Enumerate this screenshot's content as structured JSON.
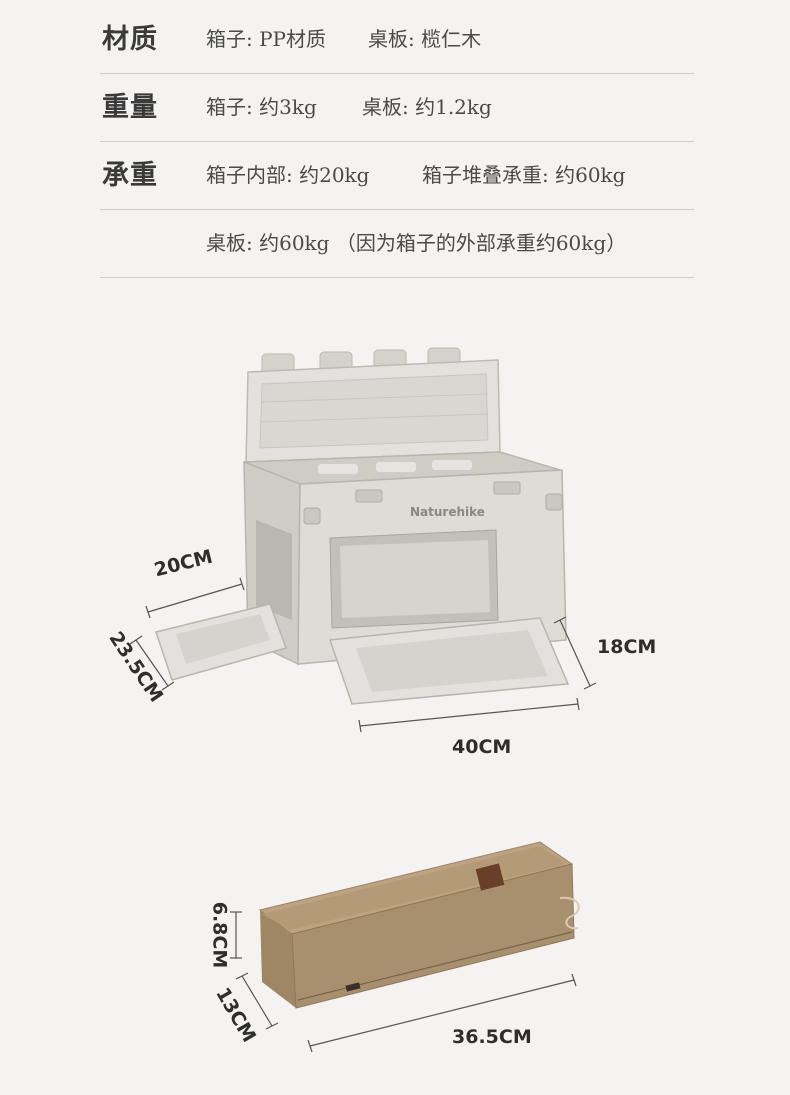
{
  "specs": [
    {
      "label": "材质",
      "v1": "箱子: PP材质",
      "v2": "桌板: 榄仁木"
    },
    {
      "label": "重量",
      "v1": "箱子: 约3kg",
      "v2": "桌板: 约1.2kg"
    },
    {
      "label": "承重",
      "v1": "箱子内部: 约20kg",
      "v2": "箱子堆叠承重: 约60kg"
    },
    {
      "label": "",
      "v1": "桌板: 约60kg （因为箱子的外部承重约60kg）",
      "v2": ""
    }
  ],
  "box_figure": {
    "brand": "Naturehike",
    "dims": {
      "top_left": "20CM",
      "left": "23.5CM",
      "right": "18CM",
      "bottom": "40CM"
    }
  },
  "bag_figure": {
    "dims": {
      "height": "6.8CM",
      "depth": "13CM",
      "length": "36.5CM"
    }
  },
  "colors": {
    "background": "#f4f3f1",
    "box": "#d8d6d1",
    "bag": "#a88f6e"
  }
}
